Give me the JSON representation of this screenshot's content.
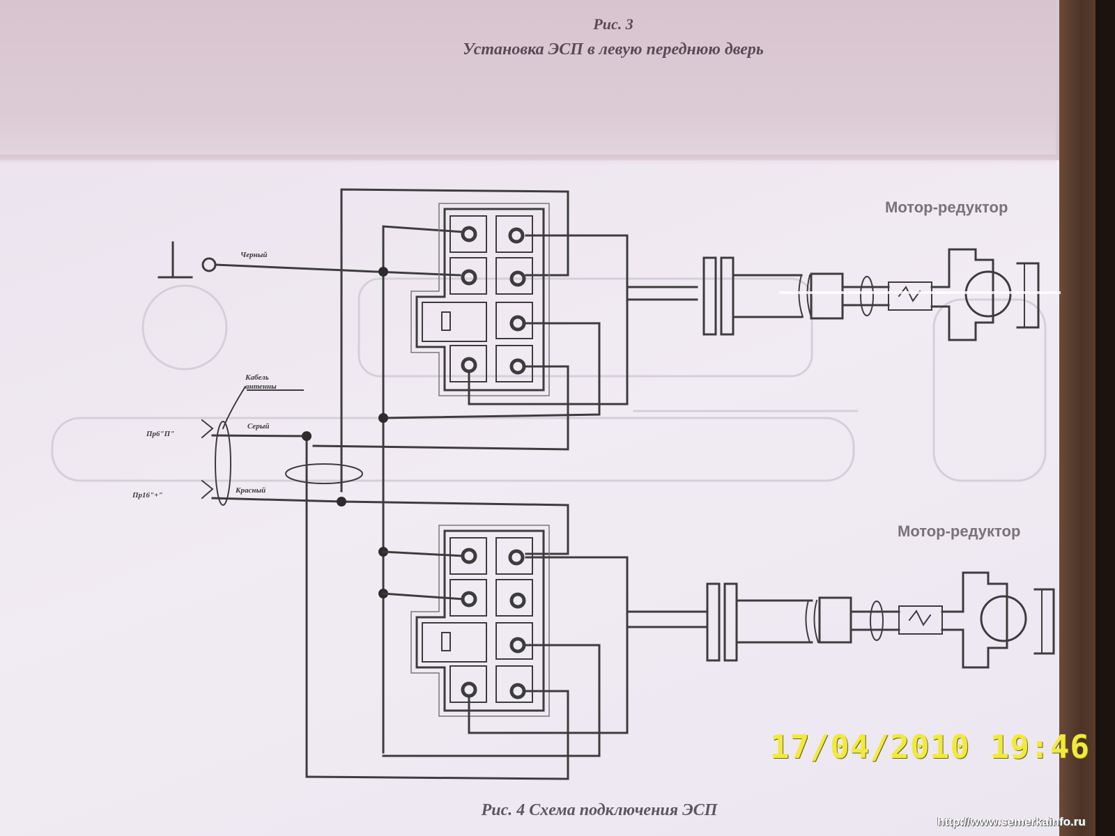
{
  "figure3": {
    "number": "Рис. 3",
    "caption": "Установка ЭСП в левую переднюю дверь"
  },
  "diagram": {
    "motor_top_label": "Мотор-редуктор",
    "motor_bottom_label": "Мотор-редуктор",
    "wires": {
      "black": "Черный",
      "cable": "Кабель",
      "cable2": "антенны",
      "grey": "Серый",
      "red": "Красный",
      "fuse_left_top": "Пр6\"П\"",
      "fuse_left_bottom": "Пр16\"+\""
    }
  },
  "figure4": {
    "caption": "Рис. 4 Схема подключения ЭСП"
  },
  "photo": {
    "datestamp": "17/04/2010 19:46",
    "watermark": "http://www.semerkainfo.ru"
  }
}
